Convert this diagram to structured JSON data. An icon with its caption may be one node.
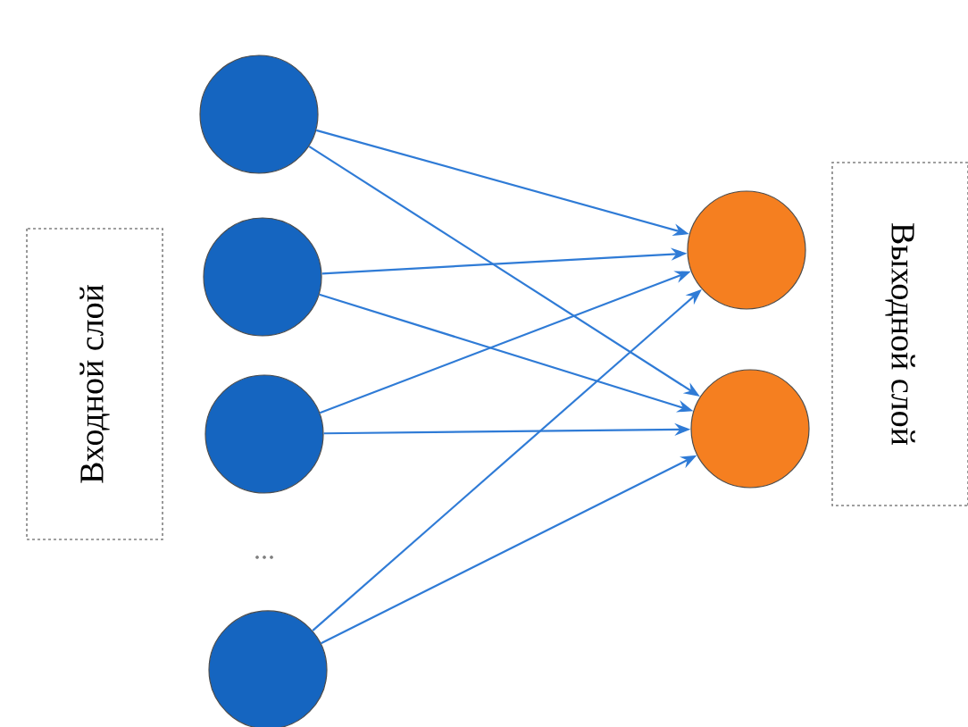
{
  "diagram": {
    "nodes": [
      {
        "text": [
          "Входной слой"
        ]
      },
      {
        "text": [],
        "shape": "circle"
      },
      {
        "text": [],
        "shape": "circle"
      },
      {
        "text": [],
        "shape": "circle"
      },
      {
        "text": [],
        "shape": "circle"
      },
      {
        "text": [],
        "shape": "circle"
      },
      {
        "text": [],
        "shape": "circle"
      },
      {
        "text": [
          "Выходной слой"
        ]
      }
    ],
    "edges": [
      {
        "from": 1,
        "to": 5,
        "arrow": "to"
      },
      {
        "from": 1,
        "to": 6,
        "arrow": "to"
      },
      {
        "from": 2,
        "to": 5,
        "arrow": "to"
      },
      {
        "from": 2,
        "to": 6,
        "arrow": "to"
      },
      {
        "from": 3,
        "to": 5,
        "arrow": "to"
      },
      {
        "from": 3,
        "to": 6,
        "arrow": "to"
      },
      {
        "from": 4,
        "to": 5,
        "arrow": "to"
      },
      {
        "from": 4,
        "to": 6,
        "arrow": "to"
      }
    ],
    "labels": [
      "..."
    ]
  }
}
